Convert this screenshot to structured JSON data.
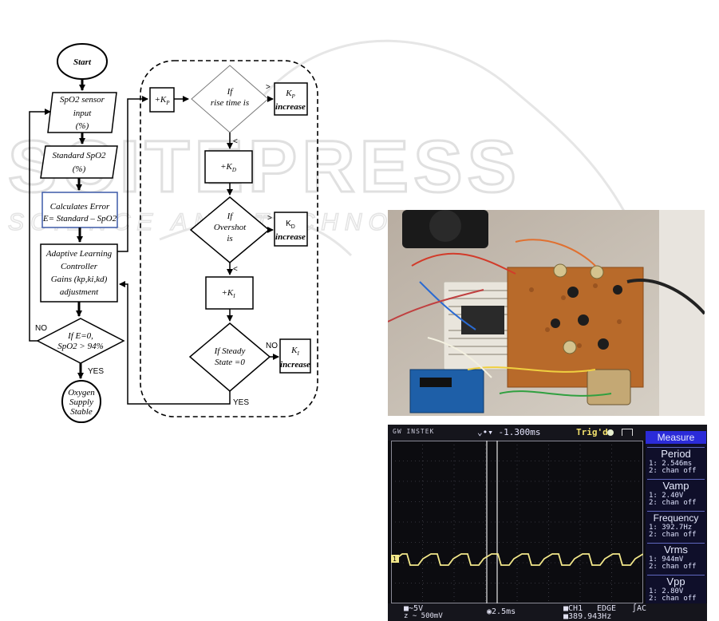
{
  "watermark": {
    "text": "SCITEPRESS",
    "subtext": "SCIENCE AND TECHNOLOGY"
  },
  "flowchart": {
    "start": "Start",
    "sensor": [
      "SpO2 sensor",
      "input",
      "(%)"
    ],
    "standard": [
      "Standard SpO2",
      "(%)"
    ],
    "error": [
      "Calculates Error",
      "E= Standard – SpO2"
    ],
    "alc": [
      "Adaptive Learning",
      "Controller",
      "Gains (kp,ki,kd)",
      "adjustment"
    ],
    "decision_main": [
      "If E=0,",
      "SpO2 > 94%"
    ],
    "no_label": "NO",
    "yes_label": "YES",
    "oxygen": [
      "Oxygen",
      "Supply",
      "Stable"
    ],
    "kp_box": "+K",
    "kp_sub": "P",
    "rise": [
      "If",
      "rise time is"
    ],
    "gt_symbol": ">",
    "lt_symbol": "<",
    "kp_inc": "K",
    "kp_inc_sub": "P",
    "increase": "increase",
    "kd_box": "+K",
    "kd_sub": "D",
    "overshot": [
      "If",
      "Overshot",
      "is"
    ],
    "kd_inc": "K",
    "kd_inc_sub": "D",
    "ki_box": "+K",
    "ki_sub": "I",
    "steady": [
      "If Steady",
      "State =0"
    ],
    "ki_inc": "K",
    "ki_inc_sub": "I"
  },
  "oscilloscope": {
    "brand": "GW INSTEK",
    "trigger_time": "-1.300ms",
    "trig_status": "Trig'd",
    "measure_title": "Measure",
    "measurements": [
      {
        "name": "Period",
        "line1": "1: 2.546ms",
        "line2": "2: chan off"
      },
      {
        "name": "Vamp",
        "line1": "1: 2.40V",
        "line2": "2: chan off"
      },
      {
        "name": "Frequency",
        "line1": "1: 392.7Hz",
        "line2": "2: chan off"
      },
      {
        "name": "Vrms",
        "line1": "1: 944mV",
        "line2": "2: chan off"
      },
      {
        "name": "Vpp",
        "line1": "1: 2.80V",
        "line2": "2: chan off"
      }
    ],
    "ch1_scale": "∼5V",
    "probe": "z ∼ 500mV",
    "timebase": "2.5ms",
    "ch_label": "CH1",
    "trigger_mode": "EDGE",
    "coupling": "AC",
    "freq_readout": "389.943Hz",
    "channel_marker": "1",
    "colors": {
      "waveform": "#f3e88a",
      "screen": "#0c0c10",
      "menu": "#2b2bd8"
    }
  }
}
